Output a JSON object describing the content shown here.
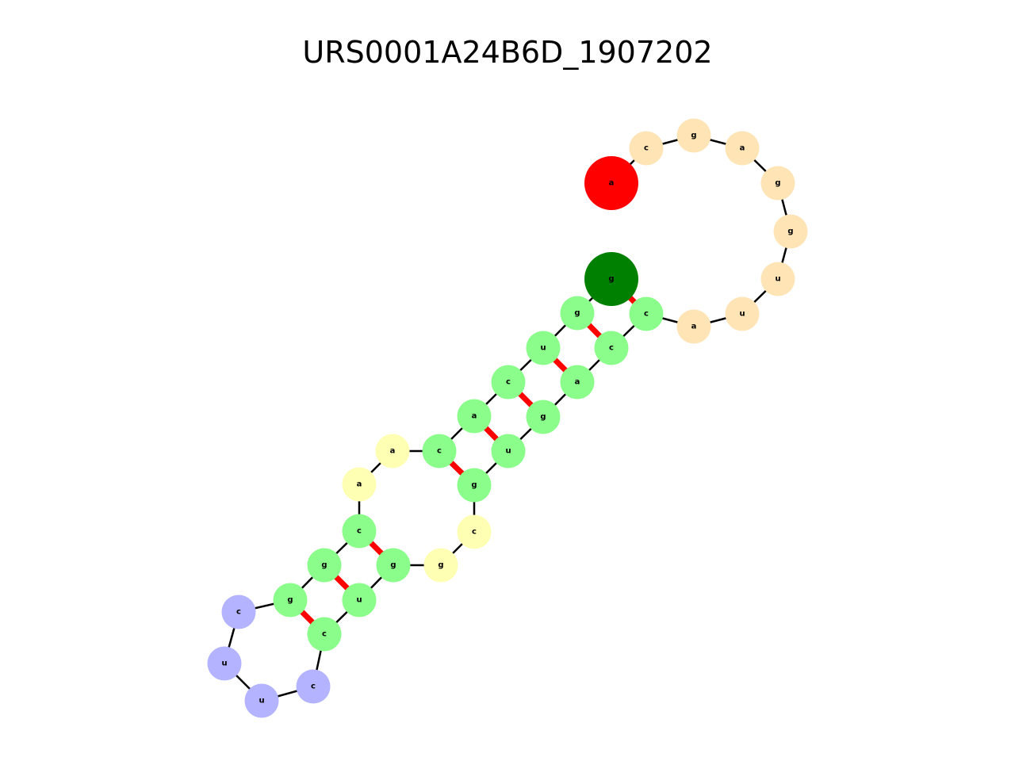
{
  "title": "URS0001A24B6D_1907202",
  "colors": {
    "start": "#ff0000",
    "end": "#008000",
    "stem": "#8afd8a",
    "hairpin_loop": "#ffe4b5",
    "interior_loop": "#ffffb3",
    "terminal_loop": "#b3b3ff",
    "backbone": "#000000",
    "pair": "#ff0000"
  },
  "nucleotides": [
    {
      "base": "a",
      "type": "start"
    },
    {
      "base": "c",
      "type": "hairpin_loop"
    },
    {
      "base": "g",
      "type": "hairpin_loop"
    },
    {
      "base": "a",
      "type": "hairpin_loop"
    },
    {
      "base": "g",
      "type": "hairpin_loop"
    },
    {
      "base": "g",
      "type": "hairpin_loop"
    },
    {
      "base": "u",
      "type": "hairpin_loop"
    },
    {
      "base": "u",
      "type": "hairpin_loop"
    },
    {
      "base": "a",
      "type": "hairpin_loop"
    },
    {
      "base": "c",
      "type": "stem"
    },
    {
      "base": "c",
      "type": "stem"
    },
    {
      "base": "a",
      "type": "stem"
    },
    {
      "base": "g",
      "type": "stem"
    },
    {
      "base": "u",
      "type": "stem"
    },
    {
      "base": "g",
      "type": "stem"
    },
    {
      "base": "c",
      "type": "interior_loop"
    },
    {
      "base": "g",
      "type": "interior_loop"
    },
    {
      "base": "g",
      "type": "stem"
    },
    {
      "base": "u",
      "type": "stem"
    },
    {
      "base": "c",
      "type": "stem"
    },
    {
      "base": "c",
      "type": "terminal_loop"
    },
    {
      "base": "u",
      "type": "terminal_loop"
    },
    {
      "base": "u",
      "type": "terminal_loop"
    },
    {
      "base": "c",
      "type": "terminal_loop"
    },
    {
      "base": "g",
      "type": "stem"
    },
    {
      "base": "g",
      "type": "stem"
    },
    {
      "base": "c",
      "type": "stem"
    },
    {
      "base": "a",
      "type": "interior_loop"
    },
    {
      "base": "a",
      "type": "interior_loop"
    },
    {
      "base": "c",
      "type": "stem"
    },
    {
      "base": "a",
      "type": "stem"
    },
    {
      "base": "c",
      "type": "stem"
    },
    {
      "base": "u",
      "type": "stem"
    },
    {
      "base": "g",
      "type": "stem"
    },
    {
      "base": "g",
      "type": "end"
    }
  ],
  "pairs": [
    [
      34,
      9
    ],
    [
      33,
      10
    ],
    [
      32,
      11
    ],
    [
      31,
      12
    ],
    [
      30,
      13
    ],
    [
      29,
      14
    ],
    [
      26,
      17
    ],
    [
      25,
      18
    ],
    [
      24,
      19
    ]
  ]
}
